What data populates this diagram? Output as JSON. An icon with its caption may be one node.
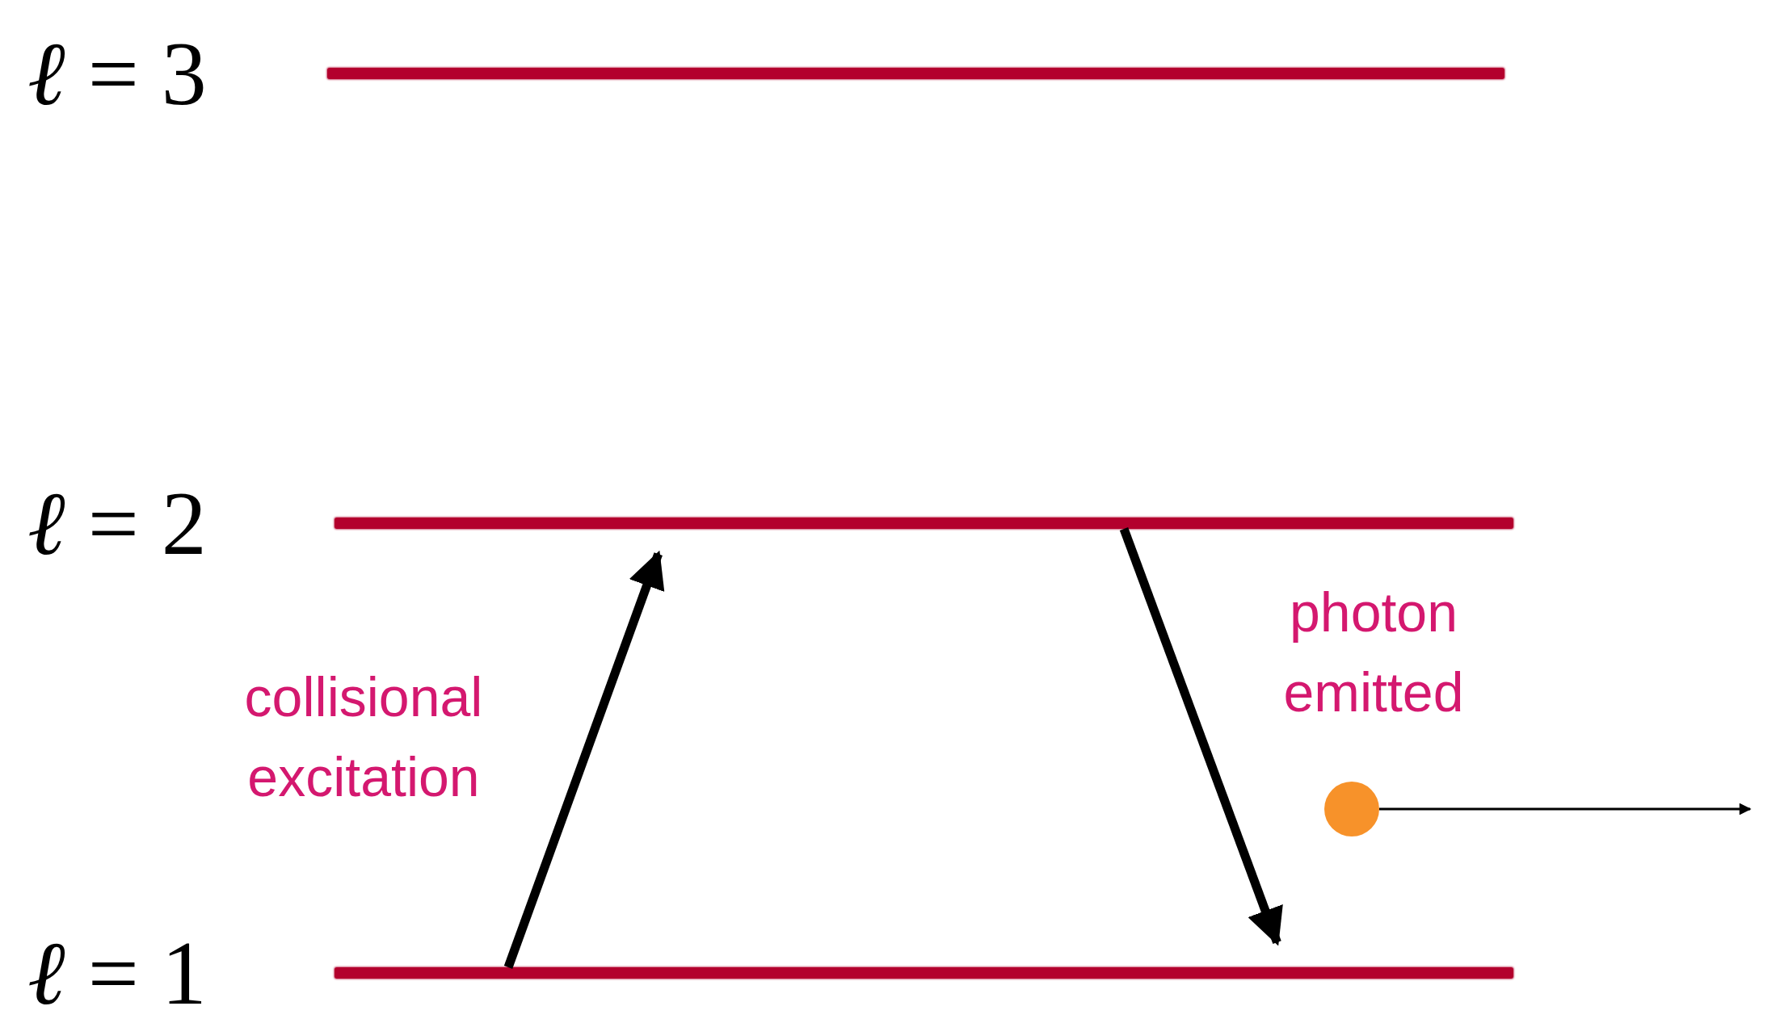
{
  "diagram": {
    "nodes": [
      {
        "text": [],
        "shape": "bar",
        "beside": [
          "*ℓ* = 3"
        ]
      },
      {
        "text": [],
        "shape": "bar",
        "beside": [
          "*ℓ* = 2"
        ]
      },
      {
        "text": [],
        "shape": "bar",
        "beside": [
          "*ℓ* = 1"
        ]
      },
      {
        "text": [],
        "shape": "circle"
      }
    ],
    "edges": [
      {
        "from": 2,
        "to": 1,
        "arrow": "to",
        "label": "collisional excitation"
      },
      {
        "from": 1,
        "to": 2,
        "arrow": "to",
        "label": "photon emitted"
      },
      {
        "from": 3,
        "to": null,
        "arrow": "to"
      }
    ]
  }
}
